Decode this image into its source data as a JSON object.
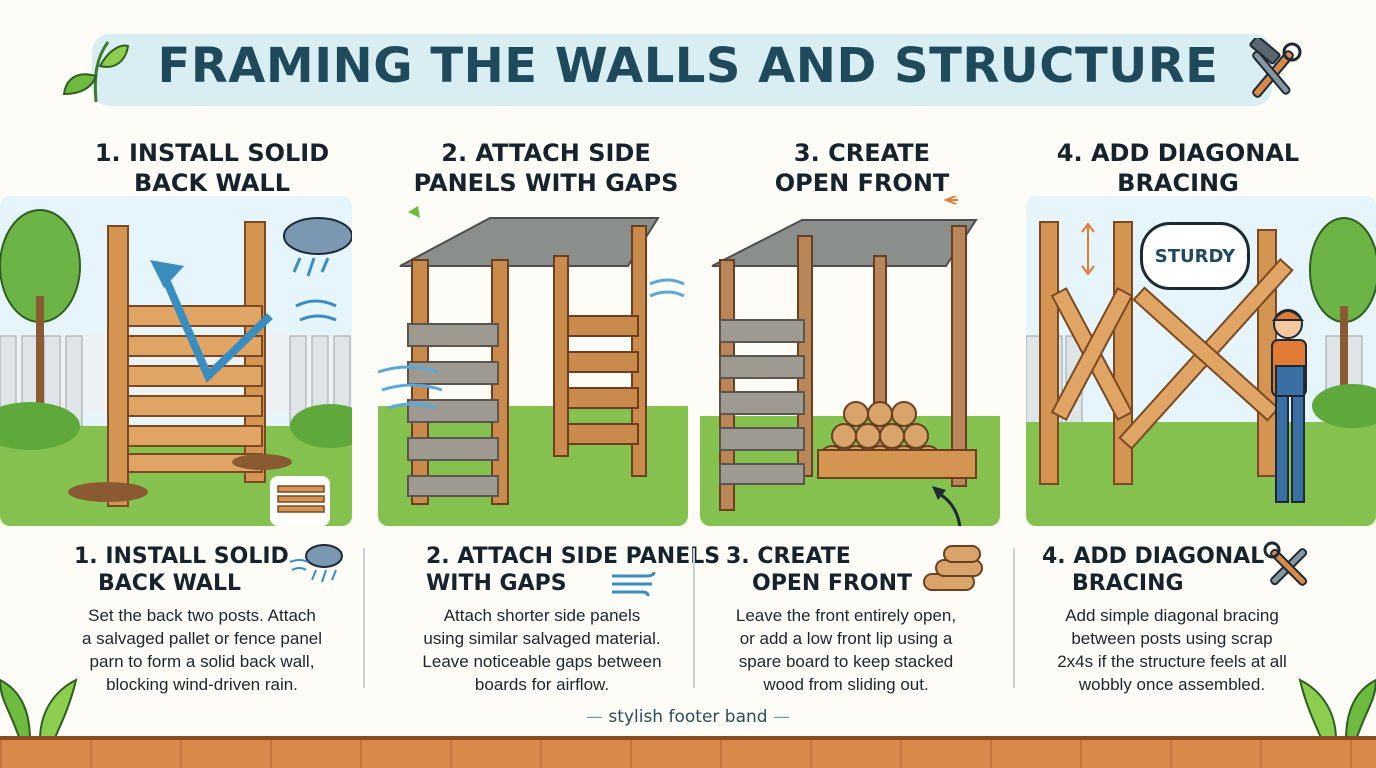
{
  "title": "FRAMING THE WALLS AND STRUCTURE",
  "steps": [
    {
      "heading": "1. INSTALL SOLID BACK WALL",
      "sub_heading": "1. INSTALL SOLID BACK WALL",
      "description": "Set the back two posts. Attach a salvaged pallet or fence panel parn to form a solid back wall, blocking wind-driven rain.",
      "icon": "rain-cloud-icon"
    },
    {
      "heading": "2. ATTACH SIDE PANELS WITH GAPS",
      "sub_heading": "2. ATTACH SIDE PANELS WITH GAPS",
      "description": "Attach shorter side panels using similar salvaged material. Leave noticeable gaps between boards for airflow.",
      "icon": "wind-icon"
    },
    {
      "heading": "3. CREATE OPEN FRONT",
      "sub_heading": "3. CREATE OPEN FRONT",
      "description": "Leave the front entirely open, or add a low front lip using a spare board to keep stacked wood from sliding out.",
      "icon": "log-stack-icon"
    },
    {
      "heading": "4. ADD DIAGONAL BRACING",
      "sub_heading": "4. ADD DIAGONAL BRACING",
      "description": "Add simple diagonal bracing between posts using scrap 2x4s if the structure feels at all wobbly once assembled.",
      "icon": "wrench-hammer-icon"
    }
  ],
  "head_lines": [
    [
      "1. INSTALL SOLID",
      "BACK WALL"
    ],
    [
      "2. ATTACH SIDE",
      "PANELS WITH GAPS"
    ],
    [
      "3. CREATE",
      "OPEN FRONT"
    ],
    [
      "4. ADD DIAGONAL",
      "BRACING"
    ]
  ],
  "sub_lines": [
    [
      "1. INSTALL SOLID",
      "BACK WALL"
    ],
    [
      "2. ATTACH SIDE PANELS",
      "WITH GAPS"
    ],
    [
      "3. CREATE",
      "OPEN FRONT"
    ],
    [
      "4. ADD DIAGONAL",
      "BRACING"
    ]
  ],
  "desc_lines": [
    [
      "Set the back two posts. Attach",
      "a salvaged pallet or fence panel",
      "parn to form a solid back wall,",
      "blocking wind-driven rain."
    ],
    [
      "Attach shorter side panels",
      "using similar salvaged material.",
      "Leave noticeable gaps between",
      "boards for airflow."
    ],
    [
      "Leave the front entirely open,",
      "or add a low front lip using a",
      "spare board to keep stacked",
      "wood from sliding out."
    ],
    [
      "Add simple diagonal bracing",
      "between posts using scrap",
      "2x4s if the structure feels at all",
      "wobbly once assembled."
    ]
  ],
  "callout": "STURDY",
  "footer": "stylish footer band",
  "colors": {
    "title": "#1f4a5c",
    "banner": "#d9eef3",
    "wood": "#c98a4b",
    "grass": "#7cc24a",
    "sky": "#dcefff"
  }
}
